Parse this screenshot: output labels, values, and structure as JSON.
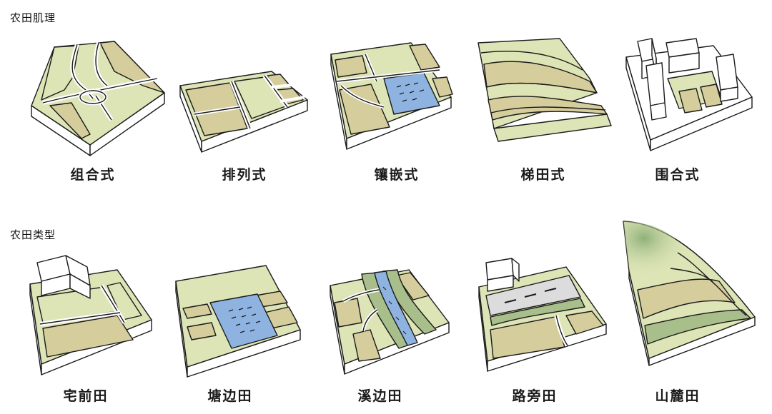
{
  "sections": [
    {
      "title": "农田肌理",
      "items": [
        {
          "label": "组合式"
        },
        {
          "label": "排列式"
        },
        {
          "label": "镶嵌式"
        },
        {
          "label": "梯田式"
        },
        {
          "label": "围合式"
        }
      ]
    },
    {
      "title": "农田类型",
      "items": [
        {
          "label": "宅前田"
        },
        {
          "label": "塘边田"
        },
        {
          "label": "溪边田"
        },
        {
          "label": "路旁田"
        },
        {
          "label": "山麓田"
        }
      ]
    }
  ],
  "colors": {
    "field_light": "#dde4b6",
    "field_tan": "#d6cd9d",
    "field_green": "#a9bf8b",
    "water": "#8fb3e0",
    "road": "#dcdcdc",
    "outline": "#1a1a1a",
    "side_white": "#ffffff"
  }
}
